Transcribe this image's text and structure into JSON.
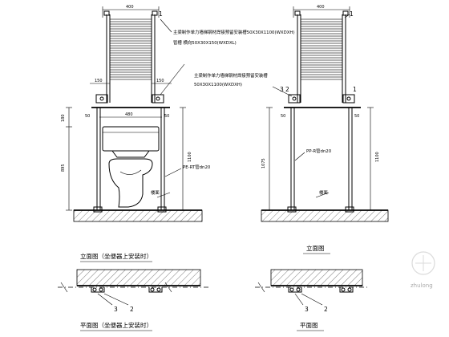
{
  "dims": {
    "top_width": "400",
    "d150": "150",
    "d50": "50",
    "d480": "480",
    "d180": "180",
    "d895": "895",
    "d1100": "1100",
    "d1075": "1075"
  },
  "notes": {
    "note1": "主梁制作单力墙梯钢材焊接预留安装槽50X30X1100(WXDXH)",
    "note2": "管槽 横向50X30X150(WXDXL)",
    "note3a": "主梁制作单力墙梯钢材焊接预留安装槽",
    "note3b": "50X30X1100(WXDXH)",
    "pipe_left": "PE-RT管dn20",
    "pipe_right": "PP-R管dn20",
    "floor": "楼面"
  },
  "callouts": {
    "c1": "1",
    "c2": "2",
    "c3": "3"
  },
  "captions": {
    "elev_left": "立面图（坐便器上安装时）",
    "elev_right": "立面图",
    "plan_left": "平面图（坐便器上安装时）",
    "plan_right": "平面图"
  },
  "watermark": "zhulong"
}
